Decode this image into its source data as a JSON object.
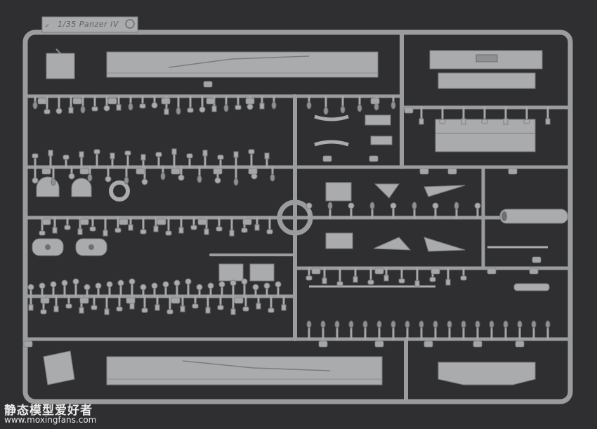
{
  "sprue": {
    "label": "1/35 Panzer IV",
    "frame_color": "#a6a8a9",
    "background_color": "#2f2f31"
  },
  "watermark": {
    "site_name": "静态模型爱好者",
    "url": "www.moxingfans.com"
  }
}
